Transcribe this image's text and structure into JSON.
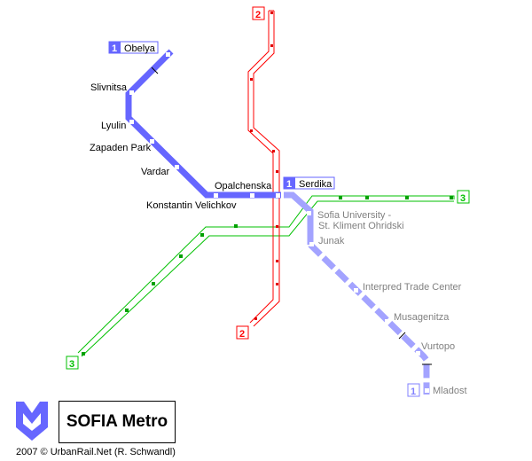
{
  "title": "SOFIA Metro",
  "copyright": "2007 © UrbanRail.Net (R. Schwandl)",
  "colors": {
    "line1": "#6666ff",
    "line1_planned": "#a3a3ff",
    "line2": "#ff0000",
    "line3": "#00c000"
  },
  "lines": {
    "line1": {
      "number": "1",
      "terminus_north": "Obelya",
      "terminus_center": "Serdika",
      "terminus_south": "Mladost"
    },
    "line2": {
      "number": "2"
    },
    "line3": {
      "number": "3"
    }
  },
  "stations": {
    "slivnitsa": "Slivnitsa",
    "lyulin": "Lyulin",
    "zapaden_park": "Zapaden Park",
    "vardar": "Vardar",
    "konstantin_velichkov": "Konstantin Velichkov",
    "opalchenska": "Opalchenska",
    "sofia_university_1": "Sofia University -",
    "sofia_university_2": "St. Kliment Ohridski",
    "junak": "Junak",
    "interpred": "Interpred Trade Center",
    "musagenitza": "Musagenitza",
    "vurtopo": "Vurtopo"
  }
}
